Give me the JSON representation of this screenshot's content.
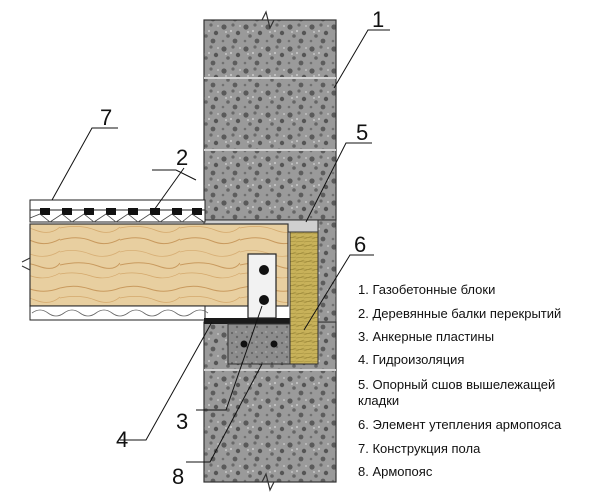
{
  "callouts": [
    {
      "id": "c1",
      "number": "1"
    },
    {
      "id": "c2",
      "number": "2"
    },
    {
      "id": "c3",
      "number": "3"
    },
    {
      "id": "c4",
      "number": "4"
    },
    {
      "id": "c5",
      "number": "5"
    },
    {
      "id": "c6",
      "number": "6"
    },
    {
      "id": "c7",
      "number": "7"
    },
    {
      "id": "c8",
      "number": "8"
    }
  ],
  "legend": [
    {
      "line1": "1. Газобетонные блоки",
      "line2": ""
    },
    {
      "line1": "2. Деревянные балки перекрытий",
      "line2": ""
    },
    {
      "line1": "3. Анкерные пластины",
      "line2": ""
    },
    {
      "line1": "4. Гидроизоляция",
      "line2": ""
    },
    {
      "line1": "5. Опорный сшов вышележащей",
      "line2": "кладки"
    },
    {
      "line1": "6. Элемент утепления армопояса",
      "line2": ""
    },
    {
      "line1": "7. Конструкция пола",
      "line2": ""
    },
    {
      "line1": "8. Армопояс",
      "line2": ""
    }
  ],
  "colors": {
    "aerated_concrete": "#9a9a9a",
    "timber": "#e8cfa0",
    "insulation": "#c8b25a",
    "waterproofing": "#1a1a1a",
    "rebar_belt": "#8c8c8c"
  }
}
